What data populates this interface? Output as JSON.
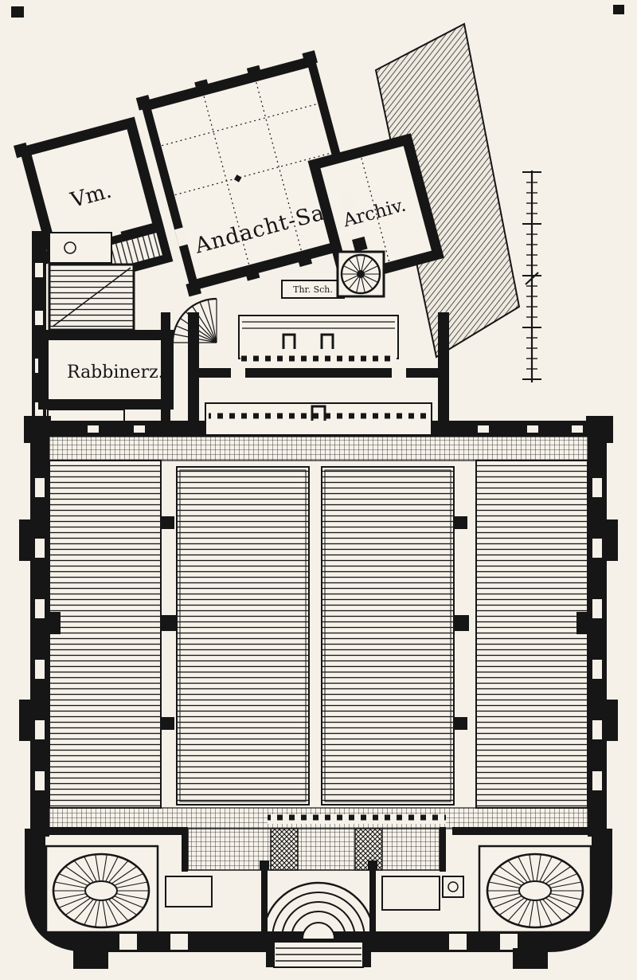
{
  "labels": {
    "vm": "Vm.",
    "andacht_saal": "Andacht-Saal",
    "archiv": "Archiv.",
    "rabbinerz": "Rabbinerz.",
    "thora_box": "Thr. Sch."
  },
  "colors": {
    "paper": "#f5f1e9",
    "ink": "#161616"
  }
}
